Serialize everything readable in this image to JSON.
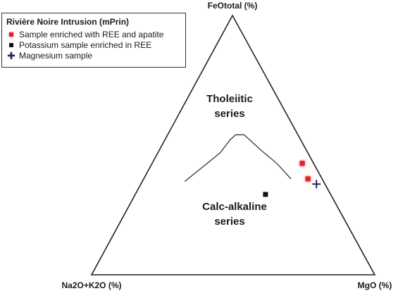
{
  "chart_data": {
    "type": "scatter",
    "diagram": "ternary",
    "vertices": {
      "top": "FeOtotal (%)",
      "left": "Na2O+K2O (%)",
      "right": "MgO (%)"
    },
    "regions": [
      {
        "name": "Tholeiitic series",
        "lines": [
          "Tholeiitic",
          "series"
        ]
      },
      {
        "name": "Calc-alkaline series",
        "lines": [
          "Calc-alkaline",
          "series"
        ]
      }
    ],
    "boundary": [
      {
        "FeO": 36,
        "Alk": 49,
        "MgO": 15
      },
      {
        "FeO": 47,
        "Alk": 31,
        "MgO": 22
      },
      {
        "FeO": 52,
        "Alk": 25,
        "MgO": 23
      },
      {
        "FeO": 54,
        "Alk": 22,
        "MgO": 24
      },
      {
        "FeO": 54,
        "Alk": 19,
        "MgO": 27
      },
      {
        "FeO": 48,
        "Alk": 16,
        "MgO": 36
      },
      {
        "FeO": 43,
        "Alk": 13,
        "MgO": 44
      },
      {
        "FeO": 37,
        "Alk": 11,
        "MgO": 52
      }
    ],
    "legend": {
      "title": "Rivière Noire Intrusion (mPrin)",
      "placement": "top-left"
    },
    "series": [
      {
        "name": "Sample enriched with REE and apatite",
        "marker": "square",
        "color": "#e8202a",
        "points": [
          {
            "FeO": 43,
            "Alk": 4,
            "MgO": 53
          },
          {
            "FeO": 37,
            "Alk": 5,
            "MgO": 58
          }
        ]
      },
      {
        "name": "Potassium sample enriched in REE",
        "marker": "square",
        "color": "#111111",
        "points": [
          {
            "FeO": 31,
            "Alk": 23,
            "MgO": 46
          }
        ]
      },
      {
        "name": "Magnesium sample",
        "marker": "plus",
        "color": "#1f2a5c",
        "points": [
          {
            "FeO": 35,
            "Alk": 3,
            "MgO": 62
          }
        ]
      }
    ]
  }
}
